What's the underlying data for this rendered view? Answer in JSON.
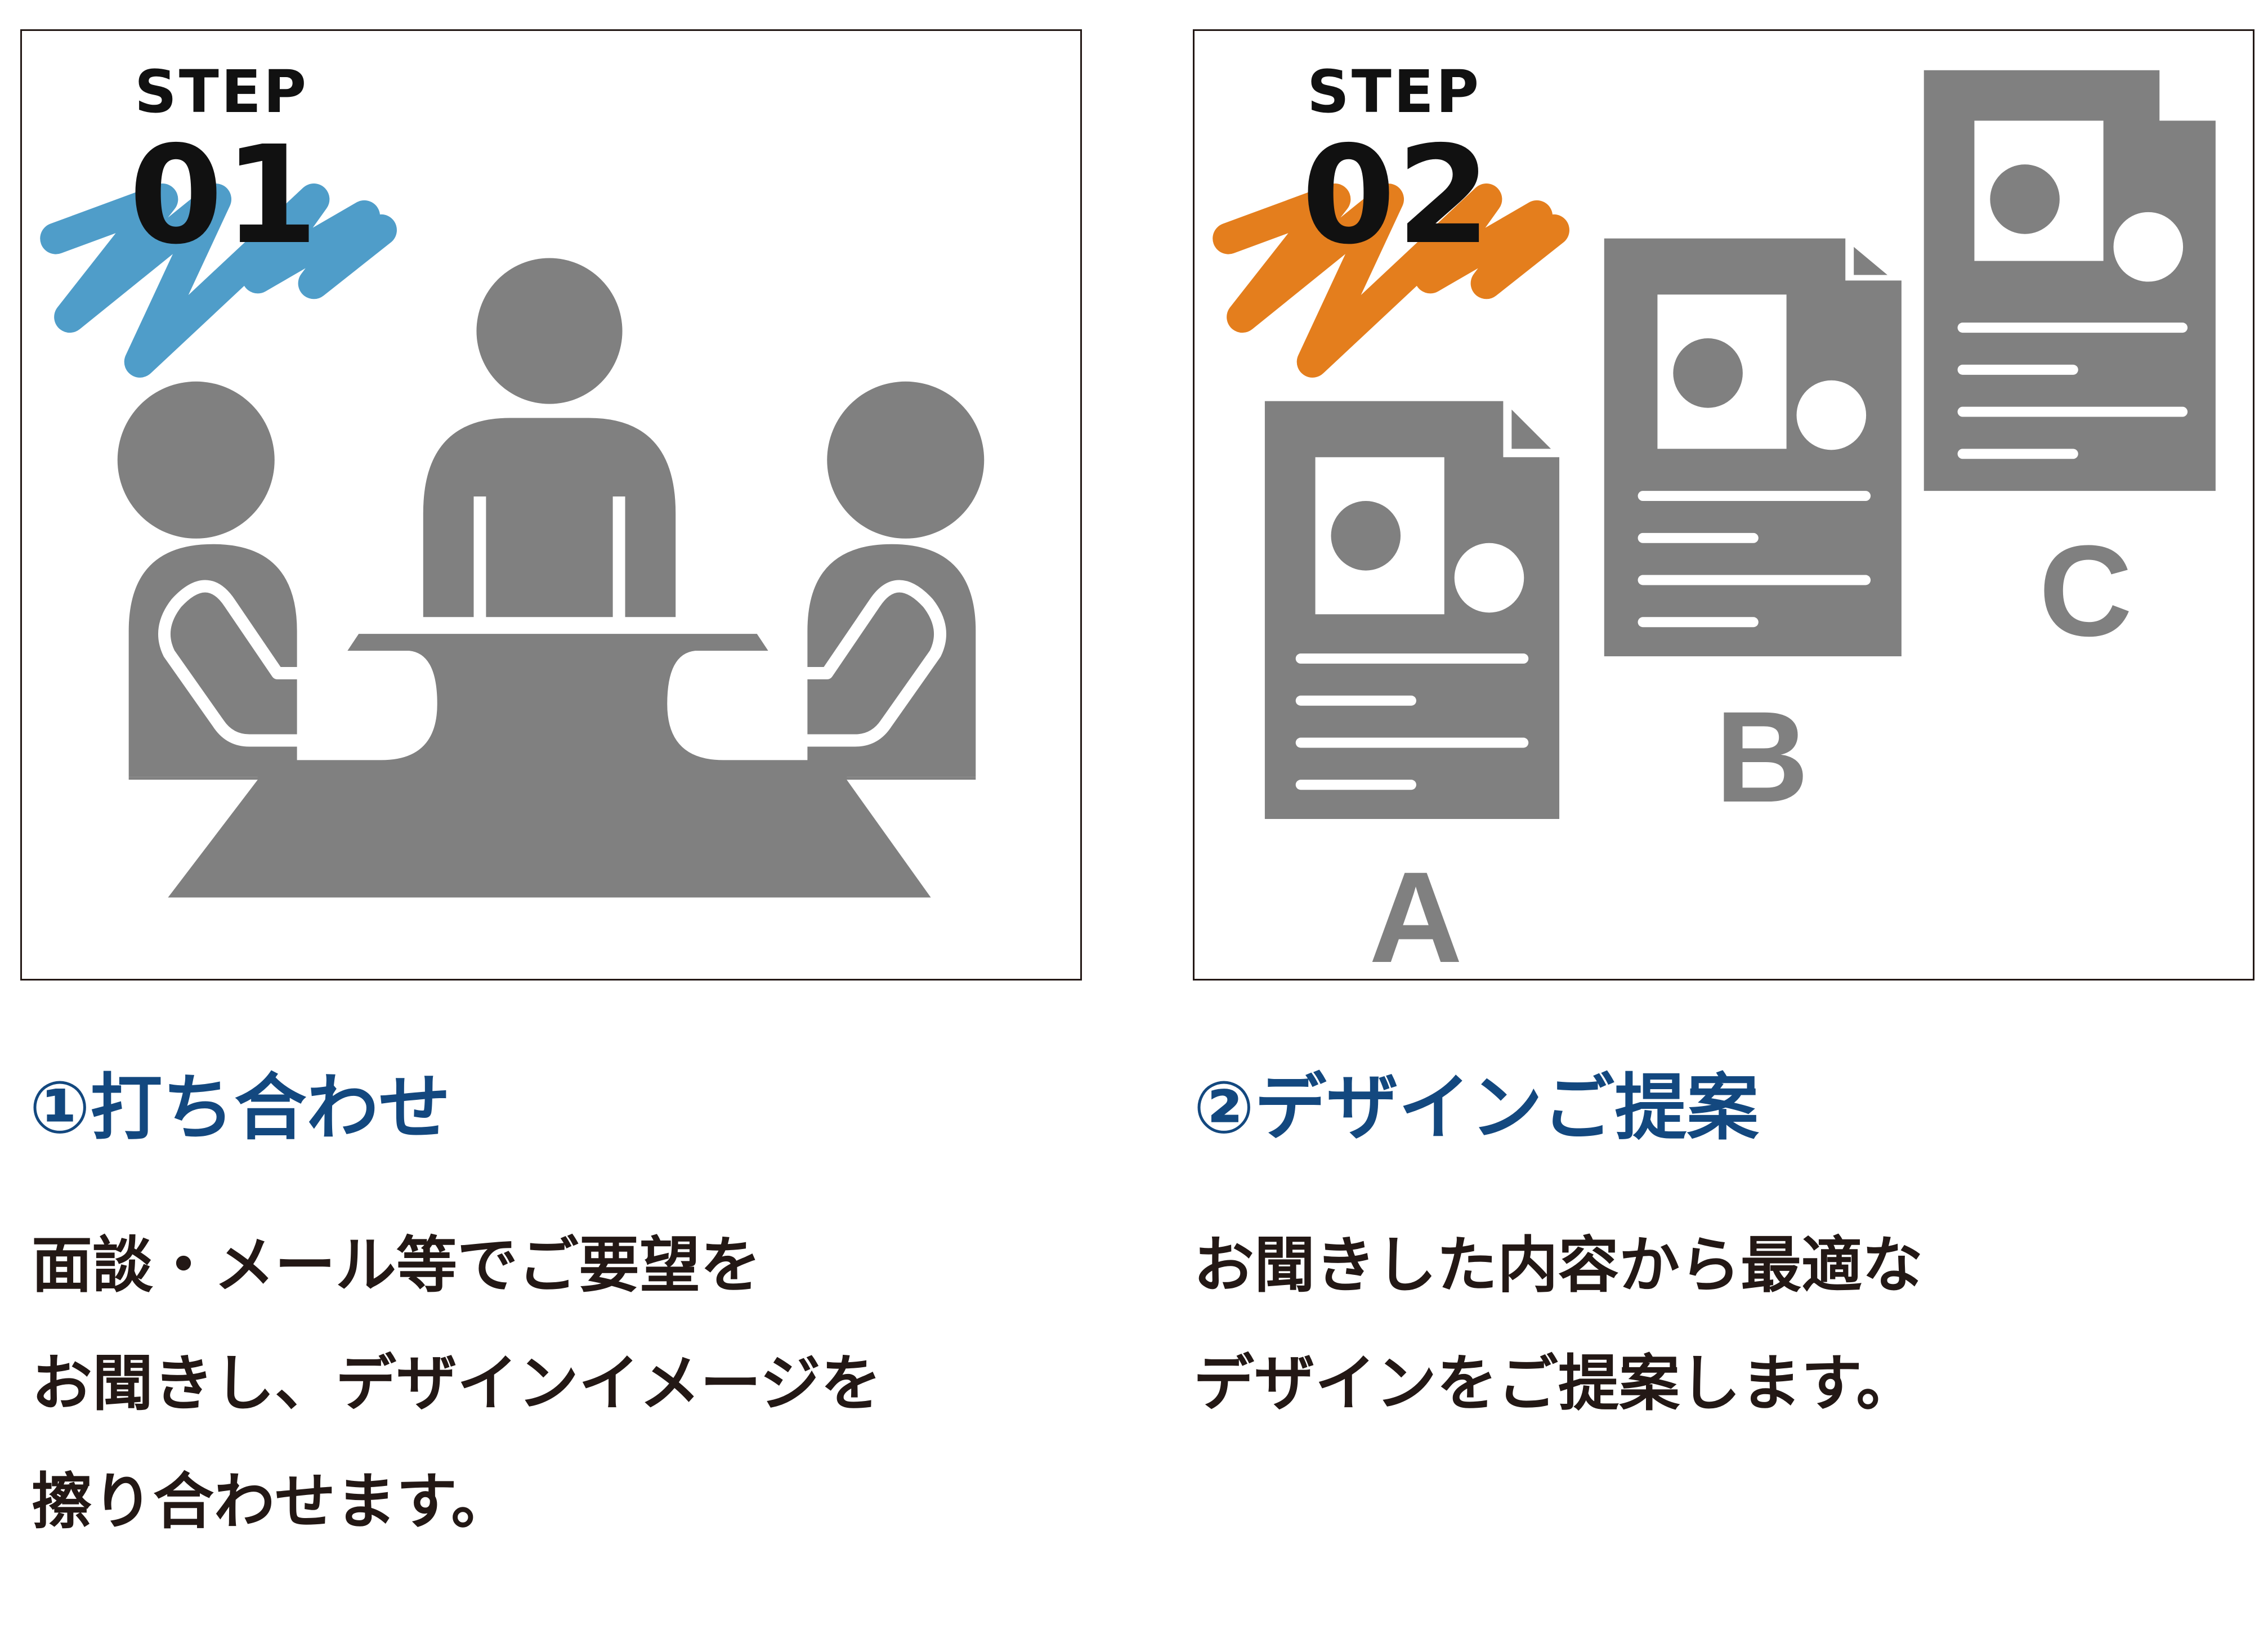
{
  "colors": {
    "icon_gray": "#808080",
    "step1_accent": "#4f9dc9",
    "step2_accent": "#e47e1d",
    "heading": "#13487f",
    "body_text": "#231815",
    "border": "#231815"
  },
  "step1": {
    "step_label": "STEP",
    "step_number": "01",
    "heading": "①打ち合わせ",
    "description": [
      "面談・メール等でご要望を",
      "お聞きし、デザインイメージを",
      "擦り合わせます。"
    ],
    "icon": "meeting-icon"
  },
  "step2": {
    "step_label": "STEP",
    "step_number": "02",
    "heading": "②デザインご提案",
    "description": [
      "お聞きした内容から最適な",
      "デザインをご提案します。"
    ],
    "icon": "design-documents-icon",
    "documents": [
      {
        "letter": "A"
      },
      {
        "letter": "B"
      },
      {
        "letter": "C"
      }
    ]
  }
}
